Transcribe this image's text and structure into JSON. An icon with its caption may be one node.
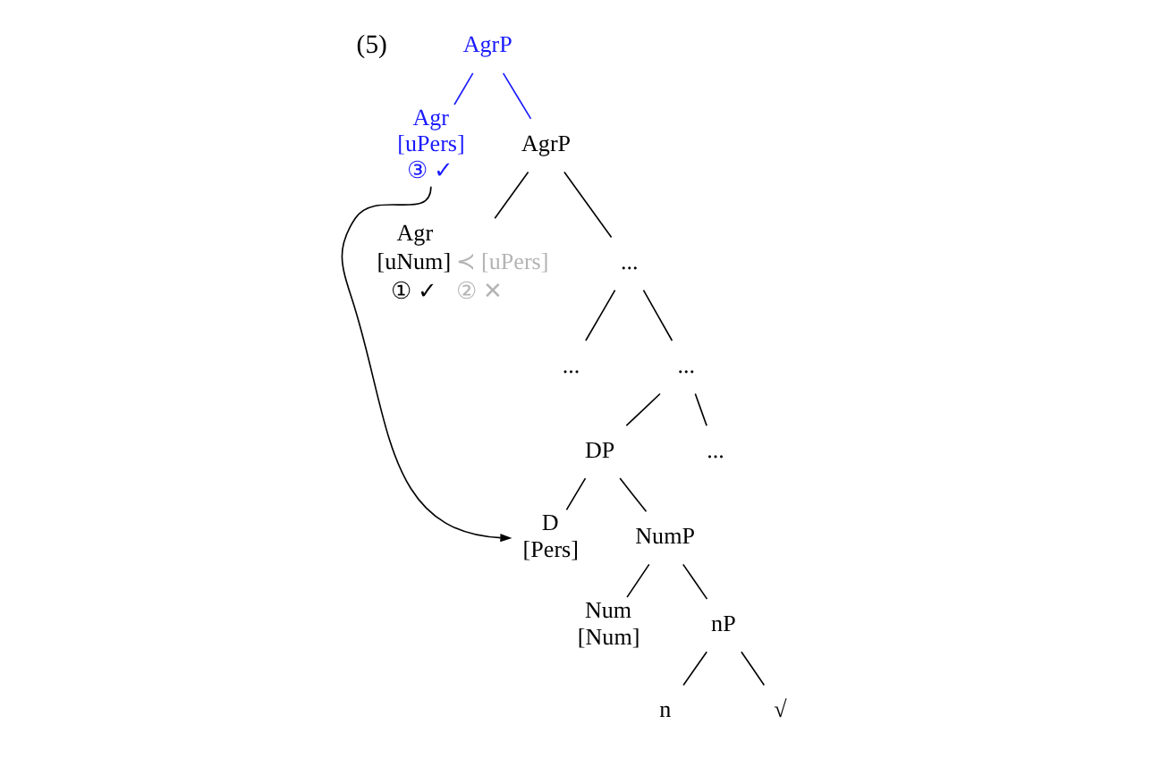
{
  "diagram": {
    "nodes": [
      {
        "text": [
          "AgrP"
        ]
      },
      {
        "text": [
          "Agr",
          "[uPers]",
          "③ ✓"
        ]
      },
      {
        "text": [
          "AgrP"
        ]
      },
      {
        "text": [
          "Agr",
          "[uNum]",
          "① ✓"
        ],
        "beside": [
          "≺ [uPers]",
          "② ✕"
        ]
      },
      {
        "text": [
          "..."
        ]
      },
      {
        "text": [
          "..."
        ]
      },
      {
        "text": [
          "..."
        ]
      },
      {
        "text": [
          "DP"
        ]
      },
      {
        "text": [
          "..."
        ]
      },
      {
        "text": [
          "D",
          "[Pers]"
        ]
      },
      {
        "text": [
          "NumP"
        ]
      },
      {
        "text": [
          "Num",
          "[Num]"
        ]
      },
      {
        "text": [
          "nP"
        ]
      },
      {
        "text": [
          "n"
        ]
      },
      {
        "text": [
          "√"
        ]
      }
    ],
    "edges": [
      {
        "from": 0,
        "to": 1,
        "arrow": "none",
        "color": "#1a1aff"
      },
      {
        "from": 0,
        "to": 2,
        "arrow": "none",
        "color": "#1a1aff"
      },
      {
        "from": 2,
        "to": 3,
        "arrow": "none"
      },
      {
        "from": 2,
        "to": 4,
        "arrow": "none"
      },
      {
        "from": 4,
        "to": 5,
        "arrow": "none"
      },
      {
        "from": 4,
        "to": 6,
        "arrow": "none"
      },
      {
        "from": 6,
        "to": 7,
        "arrow": "none"
      },
      {
        "from": 6,
        "to": 8,
        "arrow": "none"
      },
      {
        "from": 7,
        "to": 9,
        "arrow": "none"
      },
      {
        "from": 7,
        "to": 10,
        "arrow": "none"
      },
      {
        "from": 10,
        "to": 11,
        "arrow": "none"
      },
      {
        "from": 10,
        "to": 12,
        "arrow": "none"
      },
      {
        "from": 12,
        "to": 13,
        "arrow": "none"
      },
      {
        "from": 12,
        "to": 14,
        "arrow": "none"
      },
      {
        "from": 1,
        "to": 9,
        "arrow": "to"
      }
    ],
    "labels": [
      "(5)"
    ]
  }
}
